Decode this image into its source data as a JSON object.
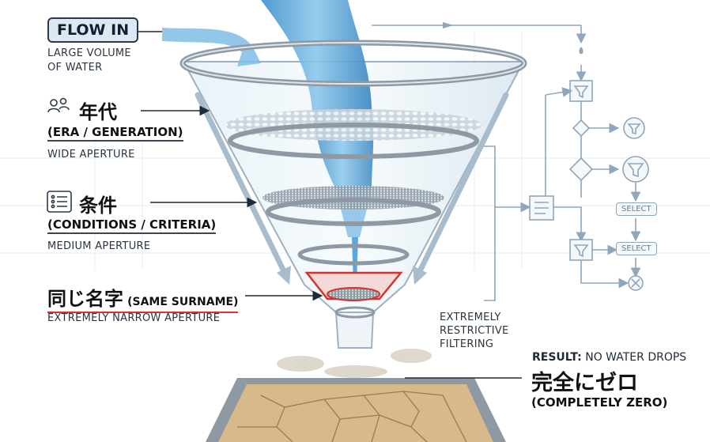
{
  "flow_in": {
    "tag": "FLOW IN",
    "desc_line1": "LARGE VOLUME",
    "desc_line2": "OF WATER"
  },
  "layers": [
    {
      "jp": "年代",
      "en": "(ERA / GENERATION)",
      "aperture": "WIDE APERTURE",
      "icon": "people-icon"
    },
    {
      "jp": "条件",
      "en": "(CONDITIONS / CRITERIA)",
      "aperture": "MEDIUM APERTURE",
      "icon": "checklist-icon"
    },
    {
      "jp": "同じ名字",
      "en": "(SAME SURNAME)",
      "aperture": "EXTREMELY NARROW APERTURE"
    }
  ],
  "side_note": {
    "line1": "EXTREMELY",
    "line2": "RESTRICTIVE",
    "line3": "FILTERING"
  },
  "result": {
    "label": "RESULT:",
    "text": "NO WATER DROPS",
    "jp": "完全にゼロ",
    "en": "(COMPLETELY ZERO)"
  },
  "flowchart": {
    "select_1": "SELECT",
    "select_2": "SELECT",
    "icons": [
      "droplet-icon",
      "funnel-icon",
      "decision-diamond-icon",
      "checklist-icon",
      "close-icon"
    ]
  },
  "colors": {
    "water": "#5aa9dc",
    "water_light": "#a9d6f2",
    "metal": "#9aa4ad",
    "accent_red": "#d0342c",
    "soil": "#d8b98a",
    "flowchart": "#8fa6bb"
  }
}
